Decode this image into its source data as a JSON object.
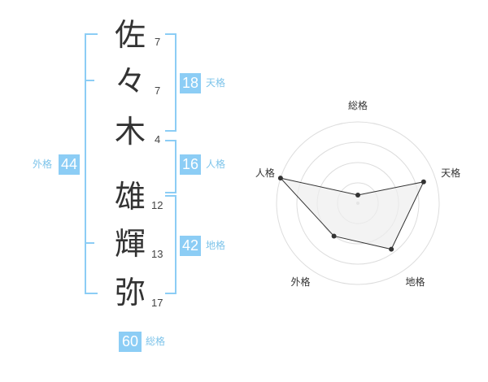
{
  "name": {
    "chars": [
      {
        "char": "佐",
        "strokes": "7"
      },
      {
        "char": "々",
        "strokes": "7"
      },
      {
        "char": "木",
        "strokes": "4"
      },
      {
        "char": "雄",
        "strokes": "12"
      },
      {
        "char": "輝",
        "strokes": "13"
      },
      {
        "char": "弥",
        "strokes": "17"
      }
    ]
  },
  "kaku": {
    "tenkaku": {
      "value": "18",
      "label": "天格"
    },
    "jinkaku": {
      "value": "16",
      "label": "人格"
    },
    "chikaku": {
      "value": "42",
      "label": "地格"
    },
    "gaikaku": {
      "value": "44",
      "label": "外格"
    },
    "soukaku": {
      "value": "60",
      "label": "総格"
    }
  },
  "colors": {
    "accent": "#8ccdf5",
    "caption": "#7ec4ea",
    "grid": "#dddddd",
    "fill": "#eeeeee"
  },
  "chart_data": {
    "type": "radar",
    "axes": [
      "総格",
      "天格",
      "地格",
      "外格",
      "人格"
    ],
    "levels": 4,
    "values": [
      0.1,
      0.85,
      0.7,
      0.5,
      1.0
    ]
  }
}
